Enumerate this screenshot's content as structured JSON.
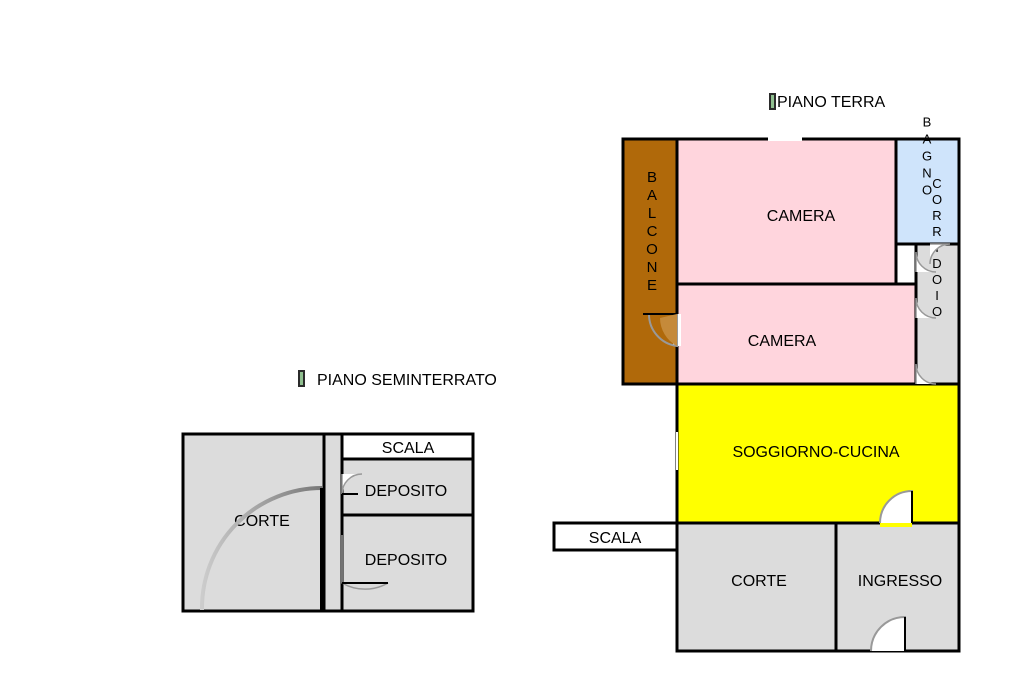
{
  "colors": {
    "wall": "#000000",
    "camera": "#ffd5dd",
    "bagno": "#cfe4fb",
    "balcone": "#b0690a",
    "soggiorno": "#ffff00",
    "grey": "#dcdcdc",
    "white": "#ffffff",
    "door": "#c58a3a"
  },
  "floors": {
    "ground": {
      "title": "PIANO TERRA",
      "rooms": {
        "balcone": "BALCONE",
        "camera1": "CAMERA",
        "camera2": "CAMERA",
        "bagno": "BAGNO",
        "corridoio": "CORRIDOIO",
        "soggiorno": "SOGGIORNO-CUCINA",
        "scala": "SCALA",
        "corte": "CORTE",
        "ingresso": "INGRESSO"
      }
    },
    "basement": {
      "title": "PIANO SEMINTERRATO",
      "rooms": {
        "corte": "CORTE",
        "scala": "SCALA",
        "deposito1": "DEPOSITO",
        "deposito2": "DEPOSITO"
      }
    }
  }
}
